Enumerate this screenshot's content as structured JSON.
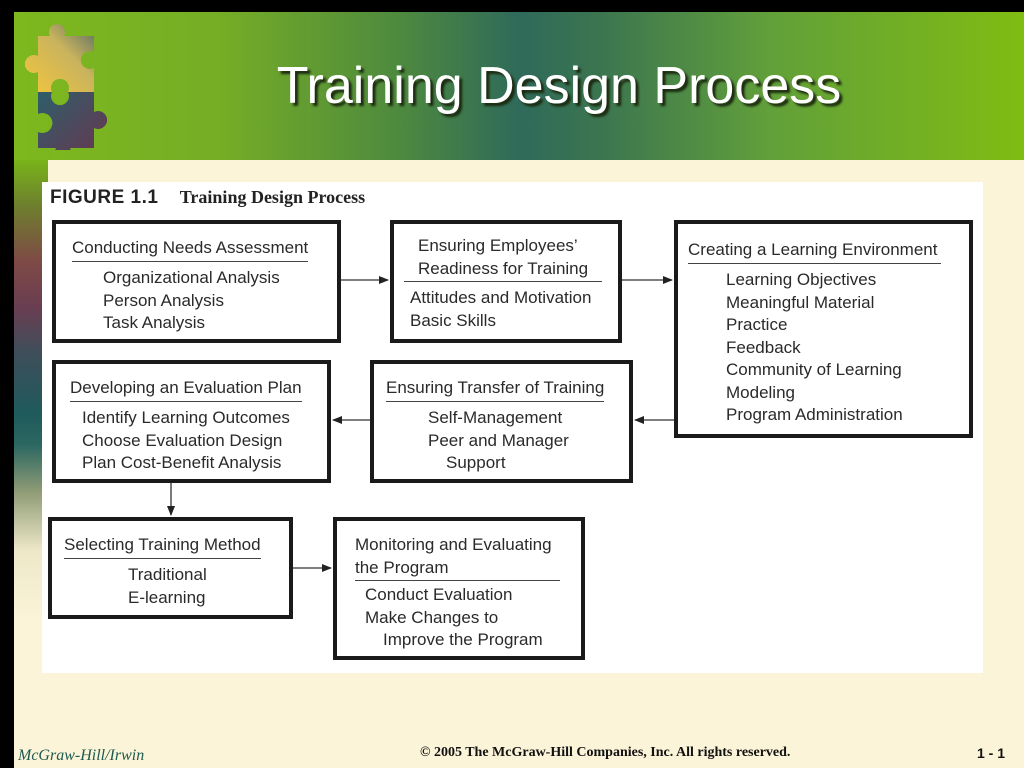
{
  "slide": {
    "title": "Training Design Process",
    "colors": {
      "accent_green": "#80BC12",
      "accent_teal": "#2F6A5A",
      "background": "#FBF4D8"
    }
  },
  "figure": {
    "number": "FIGURE 1.1",
    "title": "Training Design Process",
    "boxes": [
      {
        "id": "needs",
        "heading": [
          "Conducting Needs Assessment"
        ],
        "items": [
          "Organizational Analysis",
          "Person Analysis",
          "Task Analysis"
        ]
      },
      {
        "id": "readiness",
        "heading": [
          "Ensuring Employees’",
          "Readiness for Training"
        ],
        "items": [
          "Attitudes and Motivation",
          "Basic Skills"
        ]
      },
      {
        "id": "environment",
        "heading": [
          "Creating a Learning Environment"
        ],
        "items": [
          "Learning Objectives",
          "Meaningful Material",
          "Practice",
          "Feedback",
          "Community of Learning",
          "Modeling",
          "Program Administration"
        ]
      },
      {
        "id": "transfer",
        "heading": [
          "Ensuring Transfer of Training"
        ],
        "items": [
          "Self-Management",
          "Peer and Manager",
          "Support"
        ]
      },
      {
        "id": "evaluation",
        "heading": [
          "Developing an Evaluation Plan"
        ],
        "items": [
          "Identify Learning Outcomes",
          "Choose Evaluation Design",
          "Plan Cost-Benefit Analysis"
        ]
      },
      {
        "id": "method",
        "heading": [
          "Selecting Training Method"
        ],
        "items": [
          "Traditional",
          "E-learning"
        ]
      },
      {
        "id": "monitoring",
        "heading": [
          "Monitoring and Evaluating",
          "the Program"
        ],
        "items": [
          "Conduct Evaluation",
          "Make Changes to",
          "Improve the Program"
        ]
      }
    ],
    "flow": [
      [
        "needs",
        "readiness"
      ],
      [
        "readiness",
        "environment"
      ],
      [
        "environment",
        "transfer"
      ],
      [
        "transfer",
        "evaluation"
      ],
      [
        "evaluation",
        "method"
      ],
      [
        "method",
        "monitoring"
      ]
    ]
  },
  "footer": {
    "publisher": "McGraw-Hill/Irwin",
    "copyright": "© 2005 The McGraw-Hill Companies, Inc. All rights reserved.",
    "slide_number": "1 - 1"
  }
}
